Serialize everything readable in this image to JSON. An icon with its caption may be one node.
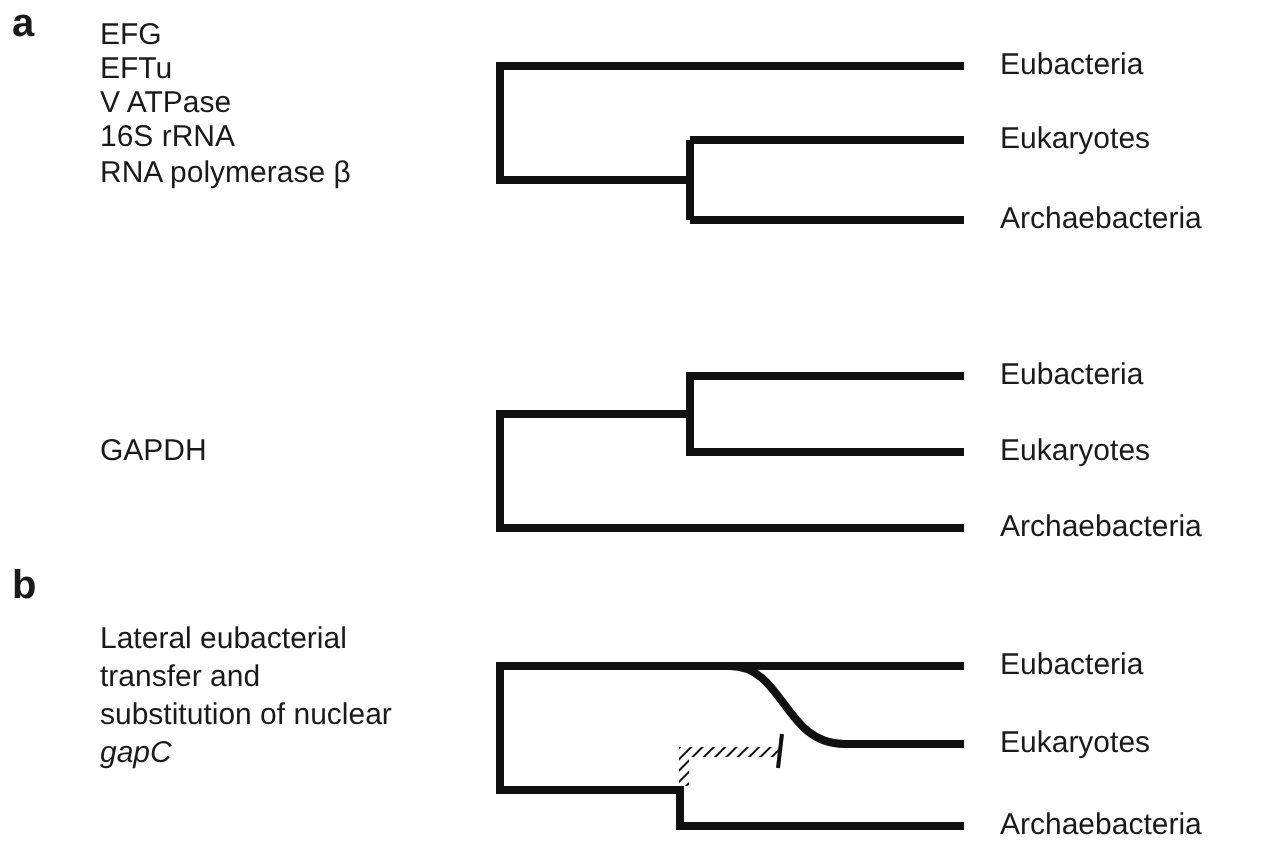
{
  "diagram": {
    "labels": [
      "a",
      "EFG",
      "EFTu",
      "V ATPase",
      "16S rRNA",
      "RNA polymerase β",
      "Eubacteria",
      "Eukaryotes",
      "Archaebacteria",
      "GAPDH",
      "Eubacteria",
      "Eukaryotes",
      "Archaebacteria",
      "b",
      "Lateral eubacterial transfer and substitution of nuclear *gapC*",
      "Eubacteria",
      "Eukaryotes",
      "Archaebacteria"
    ]
  }
}
